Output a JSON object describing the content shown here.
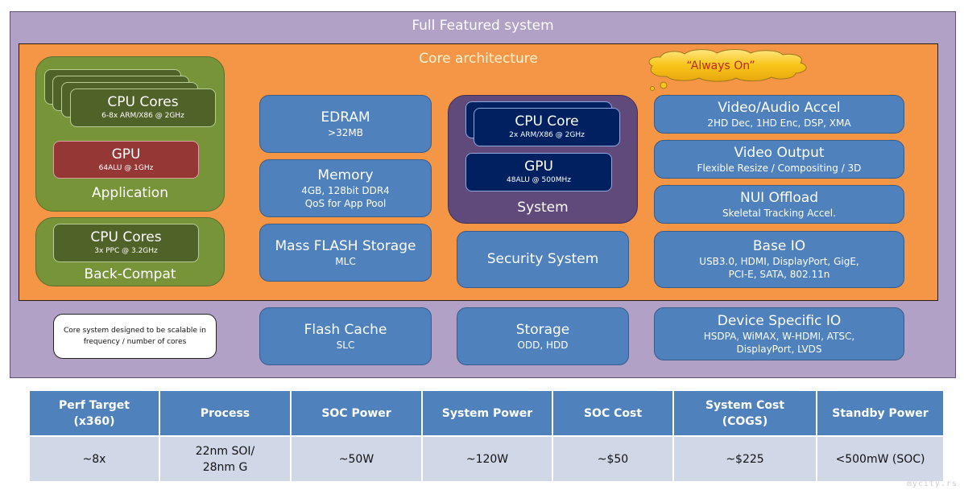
{
  "full_system": {
    "title": "Full Featured system"
  },
  "core": {
    "title": "Core architecture"
  },
  "application": {
    "label": "Application",
    "cpu": {
      "title": "CPU Cores",
      "sub": "6-8x ARM/X86 @ 2GHz"
    },
    "gpu": {
      "title": "GPU",
      "sub": "64ALU @ 1GHz"
    }
  },
  "back_compat": {
    "label": "Back-Compat",
    "cpu": {
      "title": "CPU Cores",
      "sub": "3x PPC @ 3.2GHz"
    }
  },
  "memory_column": [
    {
      "title": "EDRAM",
      "lines": [
        ">32MB"
      ]
    },
    {
      "title": "Memory",
      "lines": [
        "4GB, 128bit DDR4",
        "QoS for App Pool"
      ]
    },
    {
      "title": "Mass FLASH Storage",
      "lines": [
        "MLC"
      ]
    }
  ],
  "system": {
    "label": "System",
    "cpu": {
      "title": "CPU Core",
      "sub": "2x ARM/X86 @ 2GHz"
    },
    "gpu": {
      "title": "GPU",
      "sub": "48ALU @ 500MHz"
    }
  },
  "security": {
    "title": "Security System"
  },
  "always_on": {
    "text": "“Always On”"
  },
  "io_column": [
    {
      "title": "Video/Audio Accel",
      "lines": [
        "2HD Dec, 1HD Enc, DSP, XMA"
      ]
    },
    {
      "title": "Video Output",
      "lines": [
        "Flexible Resize / Compositing / 3D"
      ]
    },
    {
      "title": "NUI Offload",
      "lines": [
        "Skeletal Tracking Accel."
      ]
    },
    {
      "title": "Base IO",
      "lines": [
        "USB3.0, HDMI, DisplayPort, GigE,",
        "PCI-E, SATA, 802.11n"
      ]
    }
  ],
  "outside": {
    "note": "Core system designed to be scalable in frequency / number of cores",
    "flash_cache": {
      "title": "Flash Cache",
      "lines": [
        "SLC"
      ]
    },
    "storage": {
      "title": "Storage",
      "lines": [
        "ODD, HDD"
      ]
    },
    "device_io": {
      "title": "Device Specific IO",
      "lines": [
        "HSDPA, WiMAX, W-HDMI, ATSC,",
        "DisplayPort, LVDS"
      ]
    }
  },
  "specs_table": {
    "headers": [
      "Perf Target\n(x360)",
      "Process",
      "SOC Power",
      "System Power",
      "SOC Cost",
      "System Cost\n(COGS)",
      "Standby Power"
    ],
    "values": [
      "~8x",
      "22nm SOI/\n28nm G",
      "~50W",
      "~120W",
      "~$50",
      "~$225",
      "<500mW (SOC)"
    ]
  },
  "watermark": "mycity.rs"
}
